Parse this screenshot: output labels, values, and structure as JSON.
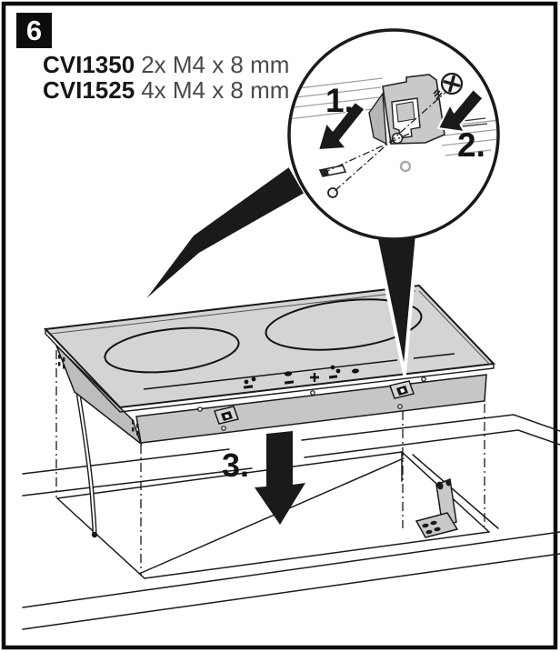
{
  "figure": {
    "step_badge": "6",
    "models": [
      {
        "name": "CVI1350",
        "screw_spec": "2x M4 x 8 mm"
      },
      {
        "name": "CVI1525",
        "screw_spec": "4x M4 x 8 mm"
      }
    ],
    "callout_steps": [
      {
        "label": "1."
      },
      {
        "label": "2."
      },
      {
        "label": "3."
      }
    ],
    "colors": {
      "line": "#1a1a1a",
      "glass_gray": "#d4d4d4",
      "body_gray": "#c6c6c6",
      "side_gray": "#bdbdbd",
      "metal_gray": "#c9c9c9",
      "guide_gray": "#a0a0a0"
    },
    "icons": {
      "magnifier": "detail-circle",
      "clip": "mounting-clip",
      "screw": "phillips-screw",
      "arrow1": "bent-arrow-down-left",
      "arrow2": "bent-arrow-down-left",
      "arrow3": "big-arrow-down",
      "cable": "power-cable",
      "bracket": "l-bracket"
    }
  }
}
